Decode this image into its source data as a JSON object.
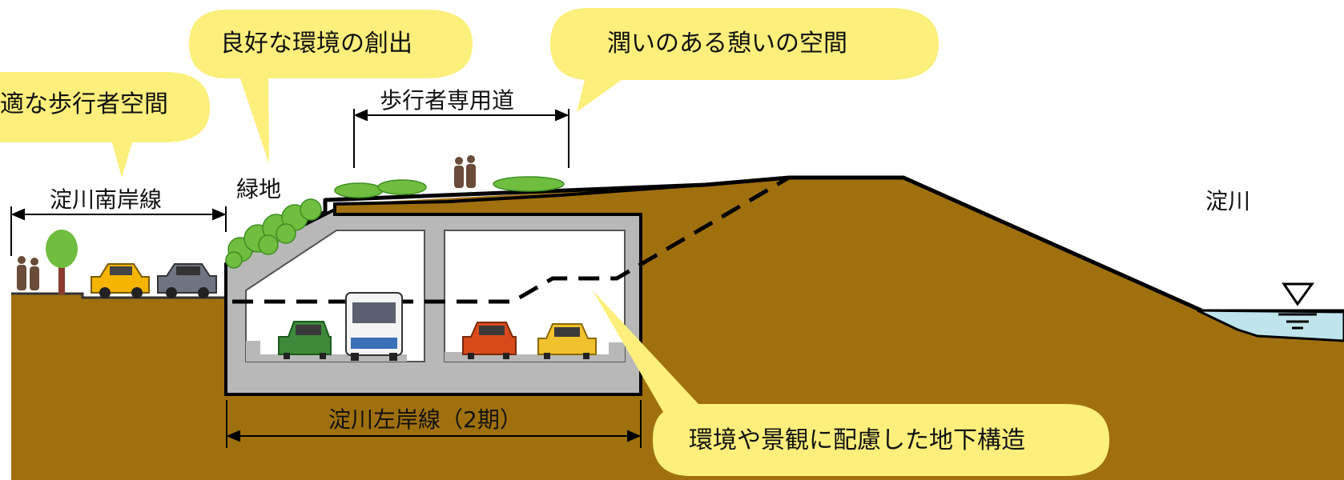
{
  "bubbles": {
    "comfortable_walk": "適な歩行者空間",
    "good_environment": "良好な環境の創出",
    "rest_space": "潤いのある憩いの空間",
    "underground": "環境や景観に配慮した地下構造"
  },
  "labels": {
    "south_bank_line": "淀川南岸線",
    "green_space": "緑地",
    "pedestrian_path": "歩行者専用道",
    "river": "淀川",
    "left_bank_line": "淀川左岸線（2期）"
  },
  "colors": {
    "soil": "#A0700F",
    "bubble": "#FCEF7B",
    "concrete": "#B8B8B8",
    "water": "#BFE4EC",
    "greenery": "#6FBE3F"
  },
  "icons": [
    "pedestrian-icon",
    "tree-icon",
    "car-icon",
    "bus-icon",
    "water-level-icon"
  ]
}
